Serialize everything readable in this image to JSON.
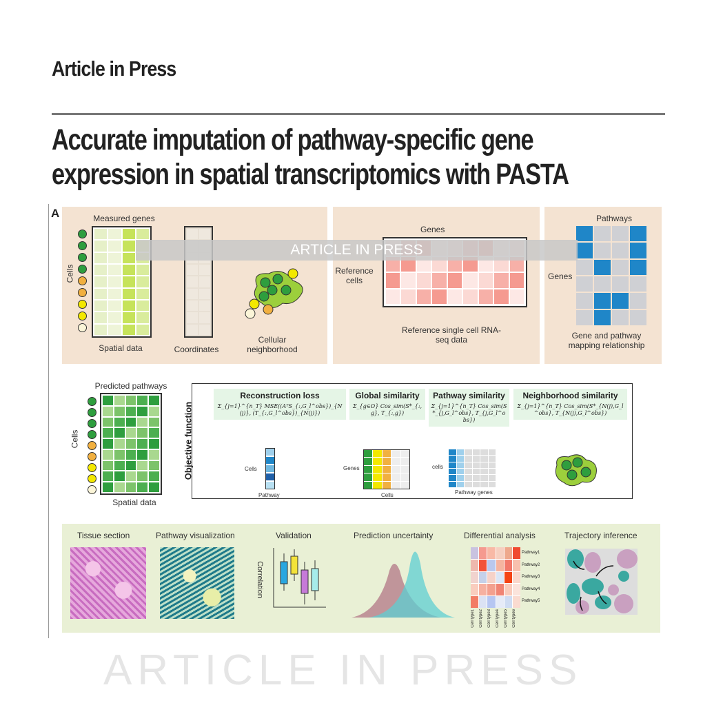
{
  "header": {
    "status": "Article in Press",
    "title_line1": "Accurate imputation of pathway-specific gene",
    "title_line2": "expression in spatial transcriptomics with PASTA"
  },
  "figure": {
    "panel_label": "A",
    "watermark": "ARTICLE IN PRESS",
    "top": {
      "measured_genes": "Measured genes",
      "cells": "Cells",
      "spatial_data": "Spatial data",
      "coordinates": "Coordinates",
      "cellular_neighborhood": "Cellular neighborhood",
      "genes": "Genes",
      "reference_cells": "Reference cells",
      "reference_caption": "Reference single cell RNA-seq data",
      "pathways": "Pathways",
      "genes_label": "Genes",
      "mapping_caption": "Gene and pathway mapping relationship"
    },
    "middle": {
      "predicted_pathways": "Predicted pathways",
      "cells": "Cells",
      "spatial_data": "Spatial data",
      "objective_function": "Objective function",
      "terms": [
        {
          "title": "Reconstruction loss",
          "formula": "Σ_{j=1}^{n_T} MSE((AᵀS_{:,G_l^obs})_{N(j)}, (T_{:,G_l^obs})_{N(j)})"
        },
        {
          "title": "Global similarity",
          "formula": "Σ_{g∈O} Cos_sim(S*_{:,g}, T_{:,g})"
        },
        {
          "title": "Pathway similarity",
          "formula": "Σ_{j=1}^{n_T} Cos_sim(S*_{j,G_l^obs}, T_{j,G_l^obs})"
        },
        {
          "title": "Neighborhood similarity",
          "formula": "Σ_{j=1}^{n_T} Cos_sim(S*_{N(j),G_l^obs}, T_{N(j),G_l^obs})"
        }
      ],
      "icon_labels": {
        "cells": "Cells",
        "pathway": "Pathway",
        "genes": "Genes",
        "cells2": "Cells",
        "cells3": "cells",
        "pathway_genes": "Pathway genes"
      }
    },
    "bottom": {
      "tissue_section": "Tissue section",
      "pathway_visualization": "Pathway visualization",
      "validation": "Validation",
      "correlation": "Correlation",
      "prediction_uncertainty": "Prediction uncertainty",
      "differential_analysis": "Differential analysis",
      "trajectory_inference": "Trajectory inference",
      "pathways": [
        "Pathway1",
        "Pathway2",
        "Pathway3",
        "Pathway4",
        "Pathway5"
      ],
      "cell_types": [
        "Cell type1",
        "Cell type2",
        "Cell type3",
        "Cell type4",
        "Cell type5",
        "Cell type6"
      ],
      "heatmap_colors": [
        [
          "#c9c3e0",
          "#f59a8f",
          "#f8b9a6",
          "#f6cfc0",
          "#eea88c",
          "#f04a30"
        ],
        [
          "#eeb8ad",
          "#f2533a",
          "#b9c8ee",
          "#f5b4a0",
          "#f2786a",
          "#f8c0ae"
        ],
        [
          "#f1d3ce",
          "#c5d1ea",
          "#f6d2c8",
          "#dbe6f6",
          "#f44415",
          "#fad8cc"
        ],
        [
          "#f9cdbe",
          "#f6b0a0",
          "#f3a08f",
          "#f08474",
          "#f9cbbb",
          "#fbe4dc"
        ],
        [
          "#f27c65",
          "#dbe2f4",
          "#b6c6f2",
          "#e6ebf7",
          "#cfdcf2",
          "#fadbd0"
        ]
      ]
    }
  }
}
